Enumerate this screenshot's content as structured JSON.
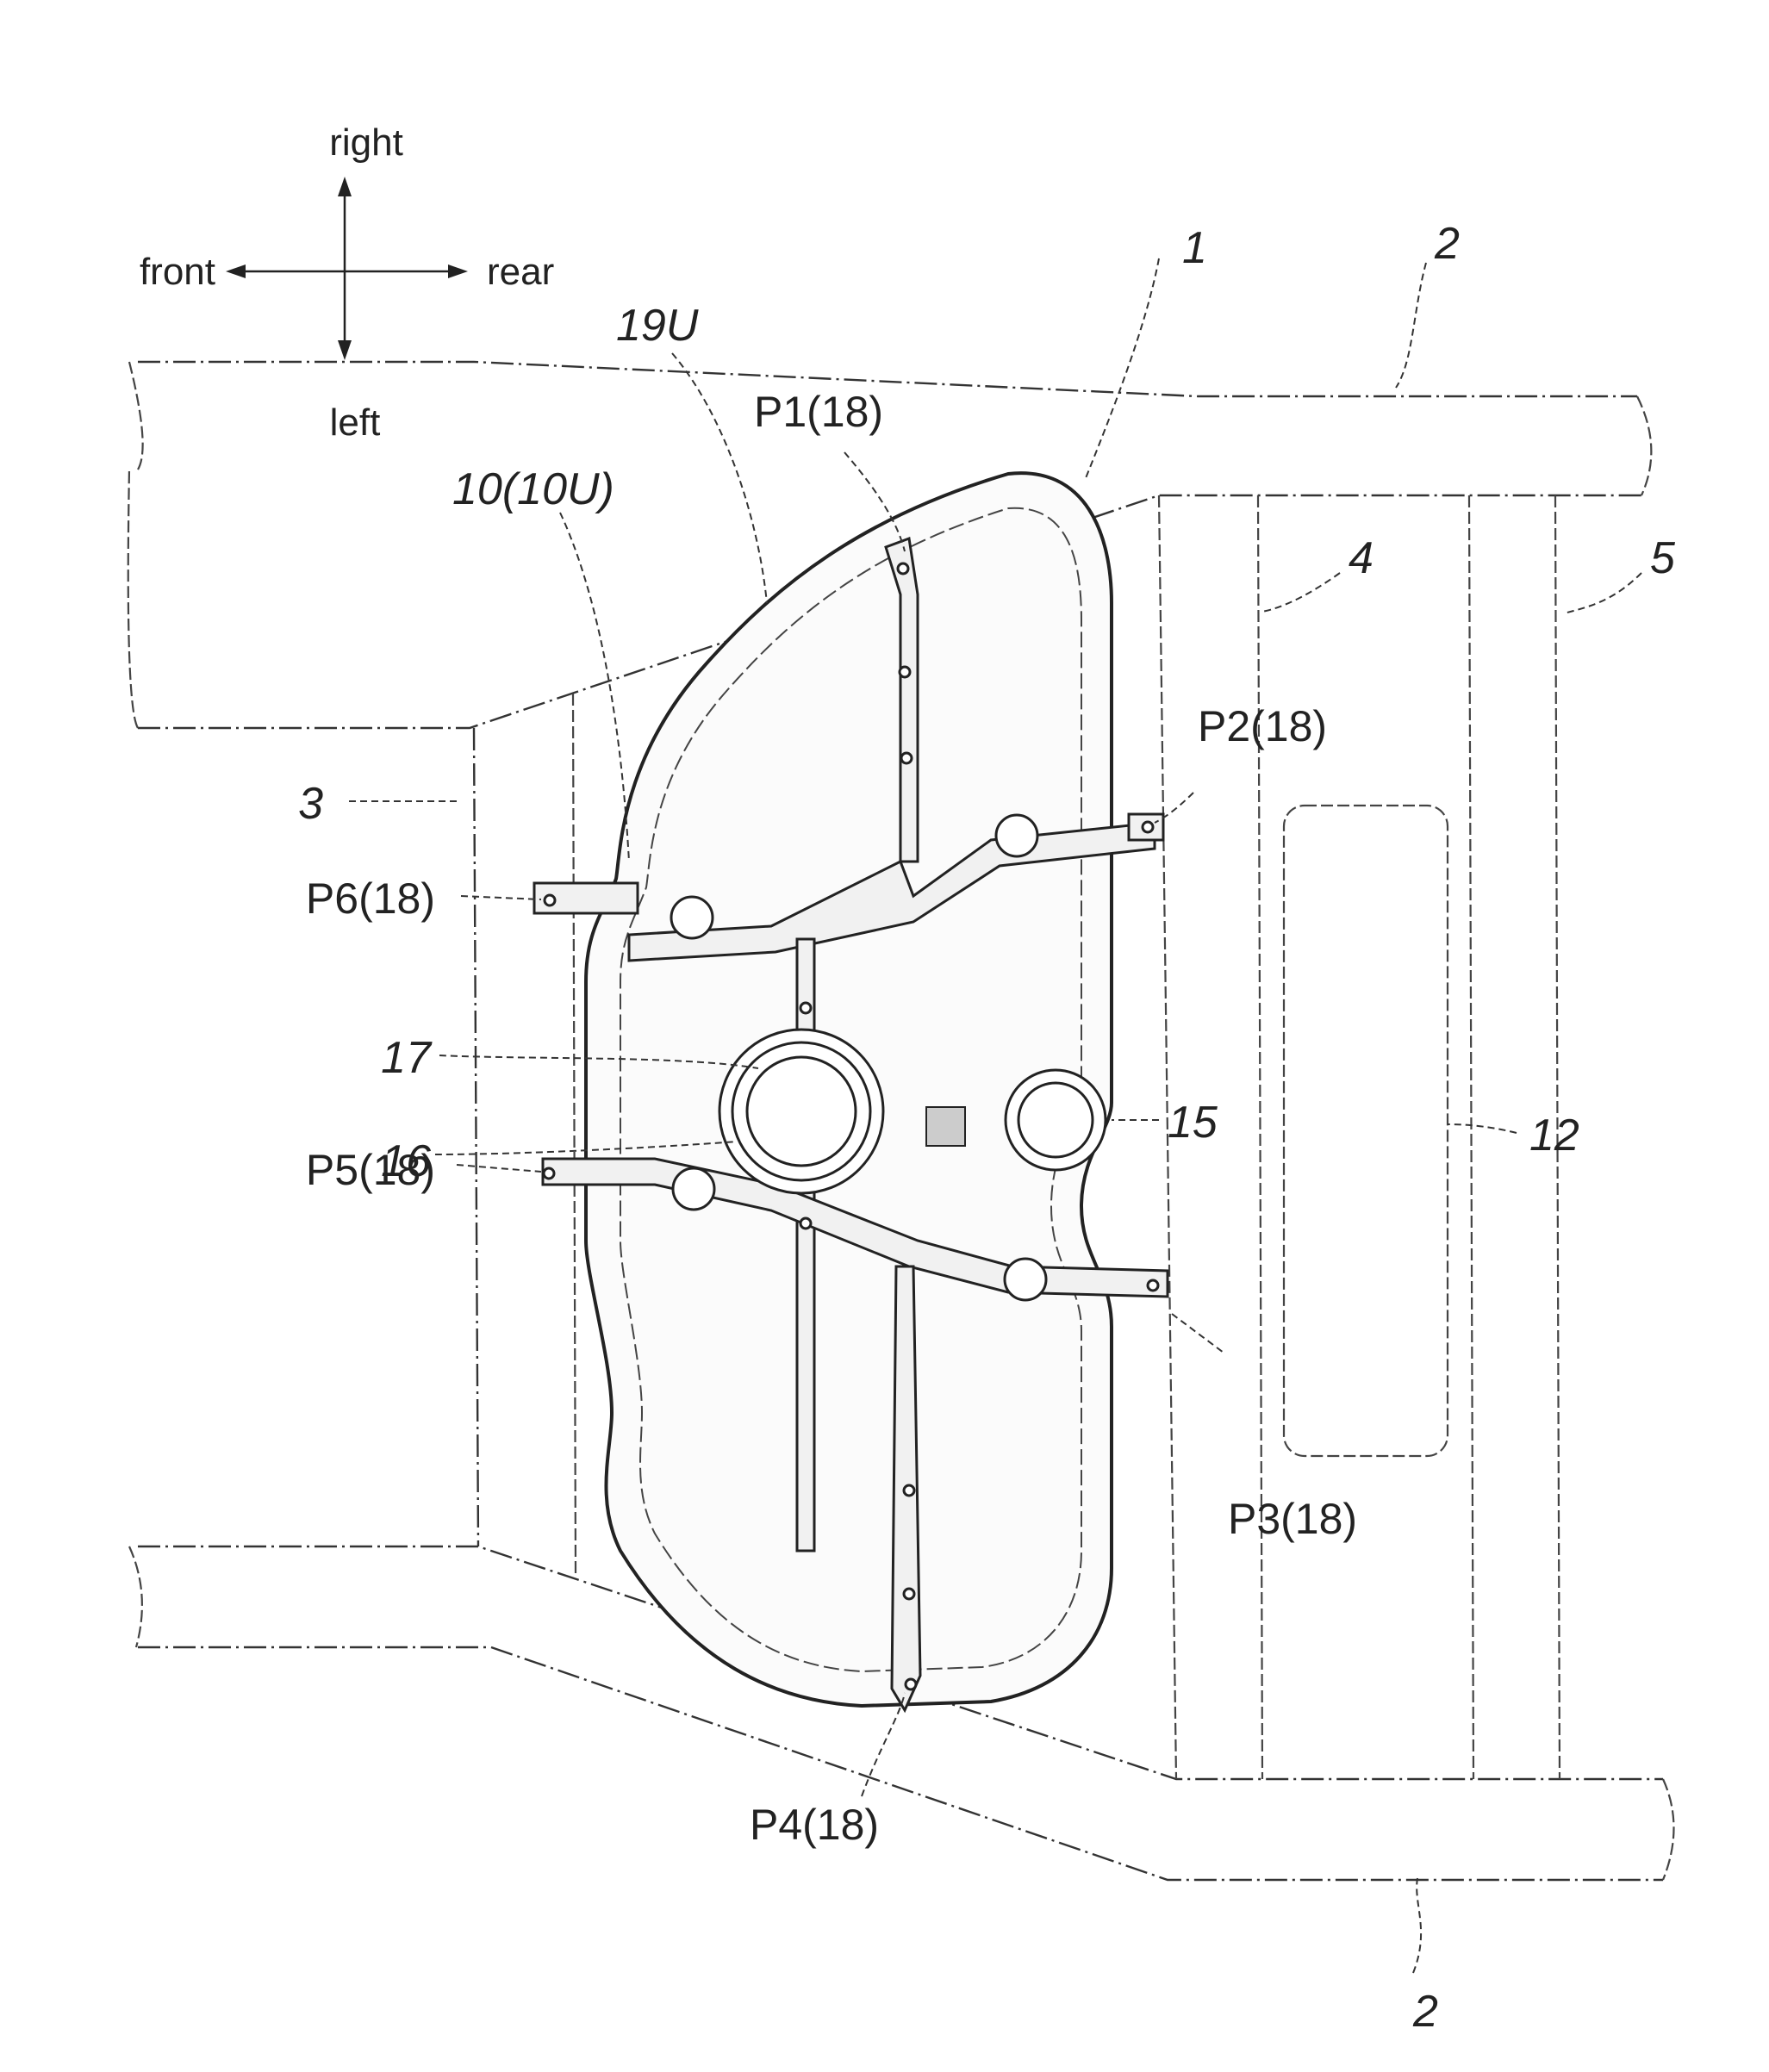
{
  "direction_indicator": {
    "up": "right",
    "down": "left",
    "left": "front",
    "right": "rear"
  },
  "reference_numerals": {
    "fuel_tank": "1",
    "side_frame_top": "2",
    "side_frame_bottom": "2",
    "cross_member_front": "3",
    "cross_member_mid": "4",
    "cross_member_rear": "5",
    "tank_body": "10(10U)",
    "opening": "12",
    "pump_port": "15",
    "filler_port": "16",
    "ring": "17",
    "upper_shell": "19U"
  },
  "mount_points": [
    {
      "id": "p1",
      "label": "P1(18)"
    },
    {
      "id": "p2",
      "label": "P2(18)"
    },
    {
      "id": "p3",
      "label": "P3(18)"
    },
    {
      "id": "p4",
      "label": "P4(18)"
    },
    {
      "id": "p5",
      "label": "P5(18)"
    },
    {
      "id": "p6",
      "label": "P6(18)"
    }
  ]
}
